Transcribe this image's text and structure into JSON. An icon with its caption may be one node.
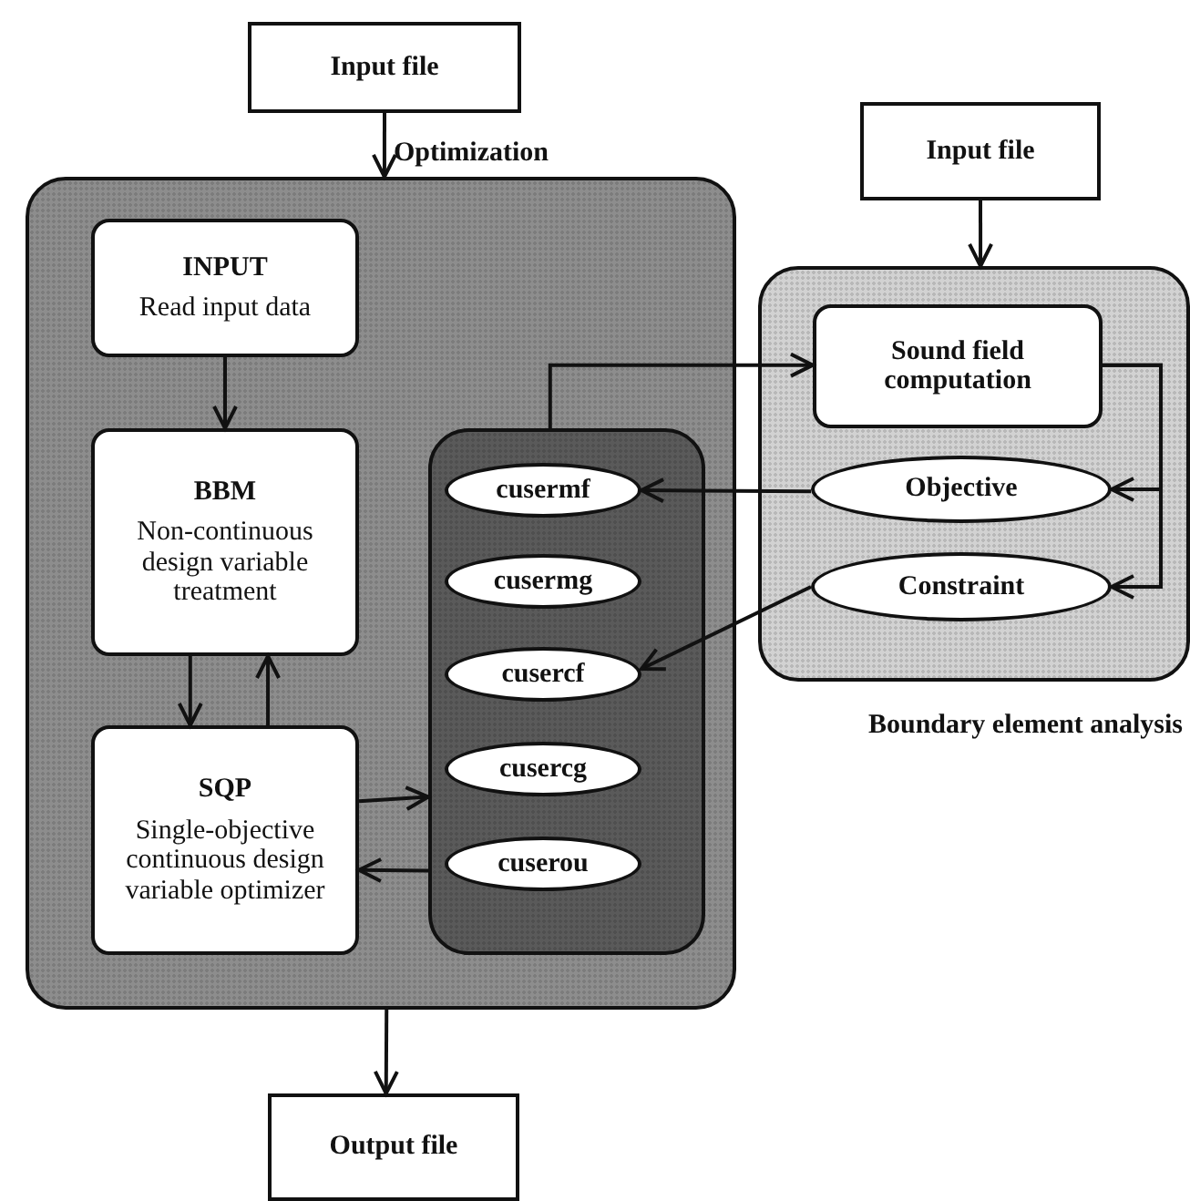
{
  "diagram": {
    "nodes": [
      {
        "text": [
          "Input file"
        ]
      },
      {
        "text": [
          "Optimization"
        ]
      },
      {
        "text": [
          "INPUT",
          "Read input data"
        ],
        "in": 1
      },
      {
        "text": [
          "BBM",
          "Non-continuous design variable treatment"
        ],
        "in": 1
      },
      {
        "text": [
          "SQP",
          "Single-objective continuous design variable optimizer"
        ],
        "in": 1
      },
      {
        "text": [],
        "shape": "box",
        "in": 1
      },
      {
        "text": [
          "cusermf"
        ],
        "in": 5
      },
      {
        "text": [
          "cusermg"
        ],
        "in": 5
      },
      {
        "text": [
          "cusercf"
        ],
        "in": 5
      },
      {
        "text": [
          "cusercg"
        ],
        "in": 5
      },
      {
        "text": [
          "cuserou"
        ],
        "in": 5
      },
      {
        "text": [
          "Input file"
        ]
      },
      {
        "text": [
          "Boundary element analysis"
        ]
      },
      {
        "text": [
          "Sound field computation"
        ],
        "in": 12
      },
      {
        "text": [
          "Objective"
        ],
        "in": 12
      },
      {
        "text": [
          "Constraint"
        ],
        "in": 12
      },
      {
        "text": [
          "Output file"
        ]
      }
    ],
    "edges": [
      {
        "from": 0,
        "to": 1,
        "arrow": "to"
      },
      {
        "from": 2,
        "to": 3,
        "arrow": "to"
      },
      {
        "from": 3,
        "to": 4,
        "arrow": "to"
      },
      {
        "from": 4,
        "to": 3,
        "arrow": "to"
      },
      {
        "from": 4,
        "to": 5,
        "arrow": "to"
      },
      {
        "from": 5,
        "to": 4,
        "arrow": "to"
      },
      {
        "from": 5,
        "to": 13,
        "arrow": "to"
      },
      {
        "from": 13,
        "to": 14,
        "arrow": "to"
      },
      {
        "from": 13,
        "to": 15,
        "arrow": "to"
      },
      {
        "from": 14,
        "to": 6,
        "arrow": "to"
      },
      {
        "from": 15,
        "to": 8,
        "arrow": "to"
      },
      {
        "from": 11,
        "to": 12,
        "arrow": "to"
      },
      {
        "from": 1,
        "to": 16,
        "arrow": "to"
      }
    ]
  }
}
